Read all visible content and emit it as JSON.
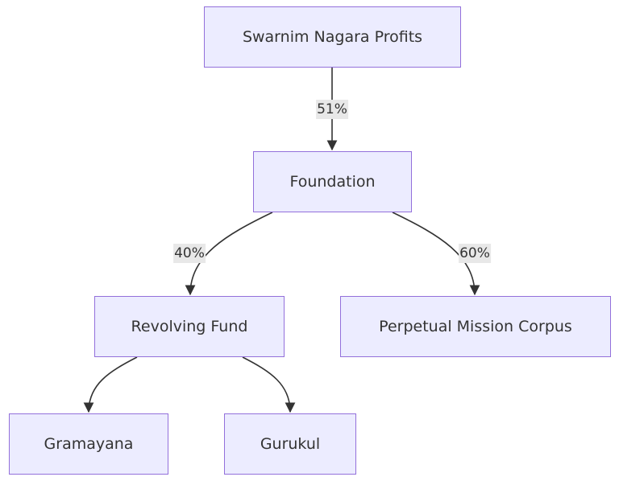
{
  "nodes": {
    "profits": "Swarnim Nagara Profits",
    "foundation": "Foundation",
    "revolving_fund": "Revolving Fund",
    "corpus": "Perpetual Mission Corpus",
    "gramayana": "Gramayana",
    "gurukul": "Gurukul"
  },
  "edges": {
    "profits_to_foundation": "51%",
    "foundation_to_revolving": "40%",
    "foundation_to_corpus": "60%"
  },
  "colors": {
    "node_fill": "#ececff",
    "node_border": "#9370db",
    "edge_line": "#333333",
    "label_bg": "#e8e8e8"
  }
}
